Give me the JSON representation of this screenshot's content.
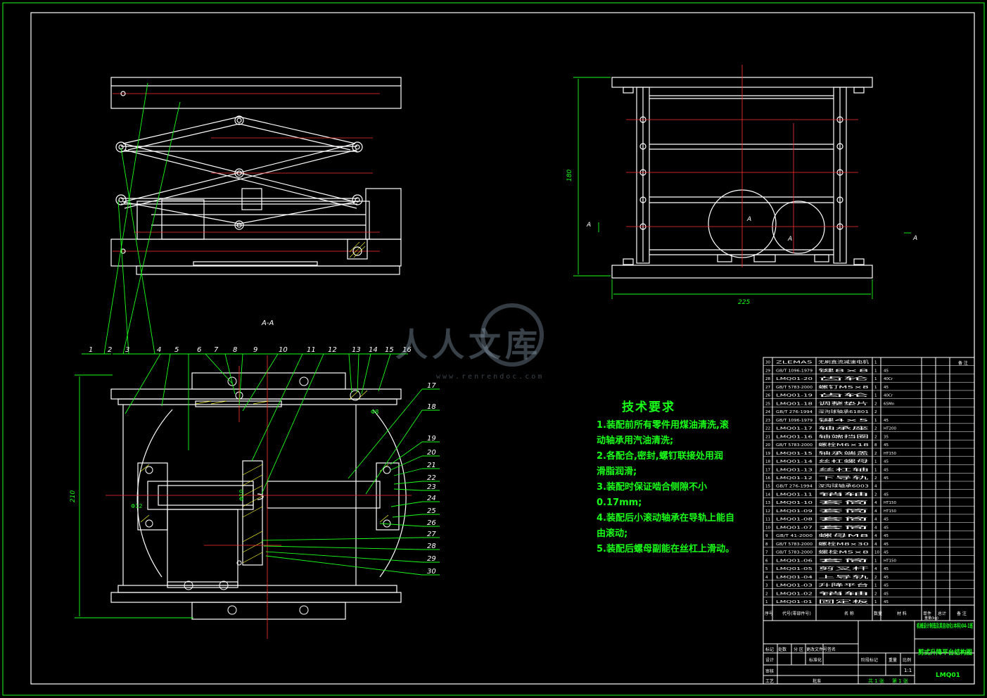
{
  "section_label": "A-A",
  "section_marks": [
    "A",
    "A"
  ],
  "view_arrow_labels": [
    "A",
    "A"
  ],
  "dimensions": {
    "front_height": "180",
    "front_width": "225",
    "section_height": "210",
    "dia_small": "Φ8",
    "dia_mid": "Φ10",
    "dia_shaft": "Φ12"
  },
  "balloons_top": [
    "1",
    "2",
    "3",
    "4",
    "5",
    "6",
    "7",
    "8",
    "9",
    "10",
    "11",
    "12",
    "13",
    "14",
    "15",
    "16"
  ],
  "balloons_right": [
    "17",
    "18",
    "19",
    "20",
    "21",
    "22",
    "23",
    "24",
    "25",
    "26",
    "27",
    "28",
    "29",
    "30"
  ],
  "tech": {
    "title": "技术要求",
    "items": [
      "1.装配前所有零件用煤油清洗,滚",
      "  动轴承用汽油清洗;",
      "2.各配合,密封,螺钉联接处用润",
      "  滑脂润滑;",
      "3.装配时保证啮合侧隙不小0.17mm;",
      "4.装配后小滚动轴承在导轨上能自",
      "  由滚动;",
      "5.装配后螺母副能在丝杠上滑动。"
    ]
  },
  "bom": {
    "header_top_right": "备 注",
    "rows": [
      [
        "30",
        "ZLEMA5",
        "无刷直流减速电机",
        "1",
        "",
        ""
      ],
      [
        "29",
        "GB/T 1096-1979",
        "键8×8",
        "1",
        "45",
        ""
      ],
      [
        "28",
        "LMQ01-20",
        "齿轮",
        "1",
        "40Cr",
        ""
      ],
      [
        "27",
        "GB/T 5783-2000",
        "螺钉M5×8",
        "1",
        "45",
        ""
      ],
      [
        "26",
        "LMQ01-19",
        "齿轮",
        "1",
        "40Cr",
        ""
      ],
      [
        "25",
        "LMQ01-18",
        "调整垫片",
        "2",
        "65Mn",
        ""
      ],
      [
        "24",
        "GB/T 276-1994",
        "深沟球轴承61801",
        "2",
        "",
        ""
      ],
      [
        "23",
        "GB/T 1096-1979",
        "键4×5",
        "1",
        "45",
        ""
      ],
      [
        "22",
        "LMQ01-17",
        "轴承座",
        "2",
        "HT200",
        ""
      ],
      [
        "21",
        "LMQ01-16",
        "轴端挡圈",
        "2",
        "35",
        ""
      ],
      [
        "20",
        "GB/T 5783-2000",
        "螺栓M6×18",
        "8",
        "45",
        ""
      ],
      [
        "19",
        "LMQ01-15",
        "轴承端盖",
        "2",
        "HT150",
        ""
      ],
      [
        "18",
        "LMQ01-14",
        "丝杠螺母",
        "1",
        "45",
        ""
      ],
      [
        "17",
        "LMQ01-13",
        "丝杠轴",
        "1",
        "45",
        ""
      ],
      [
        "16",
        "LMQ01-12",
        "下导轨",
        "2",
        "45",
        ""
      ],
      [
        "15",
        "GB/T 276-1994",
        "深沟球轴承6003",
        "4",
        "",
        ""
      ],
      [
        "14",
        "LMQ01-11",
        "销轴",
        "2",
        "45",
        ""
      ],
      [
        "13",
        "LMQ01-10",
        "套筒",
        "4",
        "HT150",
        ""
      ],
      [
        "12",
        "LMQ01-09",
        "套筒",
        "4",
        "HT150",
        ""
      ],
      [
        "11",
        "LMQ01-08",
        "套筒",
        "4",
        "45",
        ""
      ],
      [
        "10",
        "LMQ01-07",
        "套筒",
        "4",
        "45",
        ""
      ],
      [
        "9",
        "GB/T 41-2000",
        "螺母M8",
        "4",
        "45",
        ""
      ],
      [
        "8",
        "GB/T 5783-2000",
        "螺栓M8×30",
        "4",
        "45",
        ""
      ],
      [
        "7",
        "GB/T 5783-2000",
        "螺栓M5×8",
        "10",
        "45",
        ""
      ],
      [
        "6",
        "LMQ01-06",
        "套筒",
        "1",
        "HT150",
        ""
      ],
      [
        "5",
        "LMQ01-05",
        "剪叉杆",
        "4",
        "45",
        ""
      ],
      [
        "4",
        "LMQ01-04",
        "上导轨",
        "2",
        "45",
        ""
      ],
      [
        "3",
        "LMQ01-03",
        "升降平台",
        "1",
        "45",
        ""
      ],
      [
        "2",
        "LMQ01-02",
        "销轴",
        "2",
        "45",
        ""
      ],
      [
        "1",
        "LMQ01-01",
        "固定板",
        "1",
        "45",
        ""
      ]
    ],
    "footer": [
      "序号",
      "代号(零部件号)",
      "名 称",
      "数量",
      "材 料",
      "单件",
      "总计",
      "备 注"
    ],
    "footer_weight": "重量(kg)"
  },
  "title_block": {
    "school": "机械设计制造及其自动化(本科)04-1班",
    "drawing_name": "剪式升降平台结构图",
    "drawing_no": "LMQ01",
    "scale": "1:1",
    "sheet_total": "共 1 张",
    "sheet_no": "第 1 张",
    "stage": "阶段标记",
    "weight": "重量",
    "scale_label": "比例",
    "sign_rows": [
      "标记",
      "处数",
      "分 区",
      "更改文件号",
      "签名"
    ],
    "design": "设计",
    "standard": "标准化",
    "review": "审核",
    "process": "工艺",
    "approve": "批准"
  },
  "watermark": {
    "text": "人人文库",
    "sub": "www.renrendoc.com"
  },
  "colors": {
    "line": "#ffffff",
    "green": "#19ff19",
    "red": "#ff3030",
    "yellow": "#ffff33",
    "bg": "#000000"
  }
}
